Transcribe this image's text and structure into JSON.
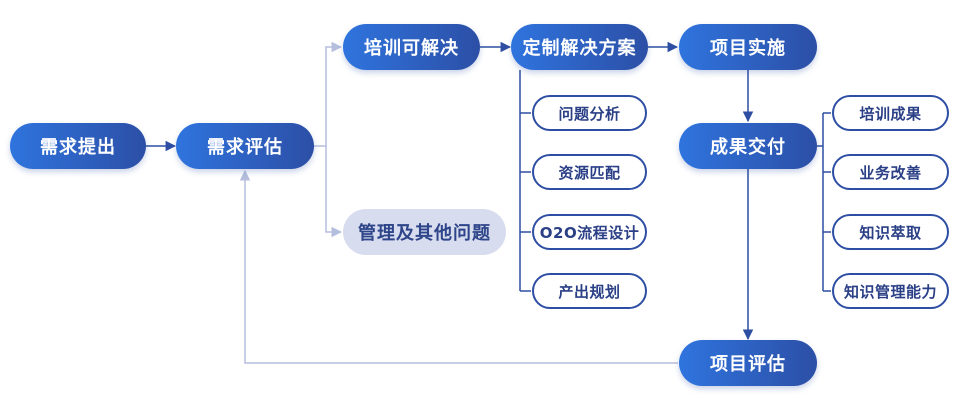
{
  "nodes": {
    "demand_proposal": "需求提出",
    "demand_assessment": "需求评估",
    "training_solvable": "培训可解决",
    "management_other": "管理及其他问题",
    "custom_solution": "定制解决方案",
    "project_implementation": "项目实施",
    "result_delivery": "成果交付",
    "project_evaluation": "项目评估"
  },
  "solution_steps": [
    "问题分析",
    "资源匹配",
    "O2O流程设计",
    "产出规划"
  ],
  "deliverables": [
    "培训成果",
    "业务改善",
    "知识萃取",
    "知识管理能力"
  ],
  "colors": {
    "primary_start": "#2f74de",
    "primary_end": "#2c4fa6",
    "muted_fill": "#d7dcee",
    "outline": "#2d4ea3",
    "connector_dark": "#2d4ea3",
    "connector_light": "#b5bedd"
  }
}
